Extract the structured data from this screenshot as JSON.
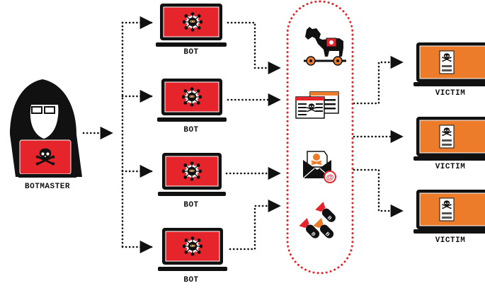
{
  "title": "Botnet attack diagram",
  "colors": {
    "bot_screen": "#e5242b",
    "victim_screen": "#ec7b2a",
    "threat_border": "#e5242b",
    "dark": "#111111"
  },
  "botmaster": {
    "label": "BOTMASTER",
    "icon": "hooded-hacker-with-skull-laptop"
  },
  "bots": [
    {
      "label": "BOT",
      "icon": "virus-bot-icon"
    },
    {
      "label": "BOT",
      "icon": "virus-bot-icon"
    },
    {
      "label": "BOT",
      "icon": "virus-bot-icon"
    },
    {
      "label": "BOT",
      "icon": "virus-bot-icon"
    }
  ],
  "threats": [
    {
      "name": "trojan-horse",
      "icon": "trojan-horse-icon"
    },
    {
      "name": "malicious-web-pages",
      "icon": "skull-window-icon"
    },
    {
      "name": "phishing-email",
      "icon": "skull-envelope-icon"
    },
    {
      "name": "bombs",
      "icon": "bomb-icon"
    }
  ],
  "victims": [
    {
      "label": "VICTIM",
      "icon": "skull-document-icon"
    },
    {
      "label": "VICTIM",
      "icon": "skull-document-icon"
    },
    {
      "label": "VICTIM",
      "icon": "skull-document-icon"
    }
  ]
}
